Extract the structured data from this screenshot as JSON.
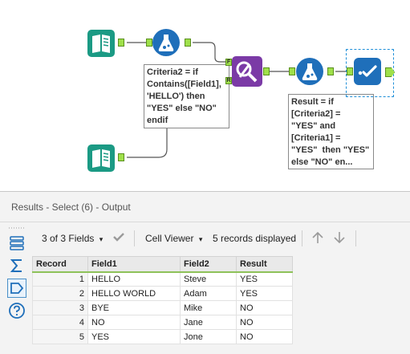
{
  "canvas": {
    "annotations": {
      "formula1": "Criteria2 = if\nContains([Field1],\n'HELLO') then\n\"YES\" else \"NO\"\nendif",
      "formula2": "Result = if\n[Criteria2] =\n\"YES\" and\n[Criteria1] =\n\"YES\"  then \"YES\"\nelse \"NO\" en..."
    },
    "anchors": {
      "f": "F",
      "r": "R"
    }
  },
  "results": {
    "title": "Results - Select (6) - Output",
    "toolbar": {
      "fields": "3 of 3 Fields",
      "viewer": "Cell Viewer",
      "records": "5 records displayed"
    },
    "columns": [
      "Record",
      "Field1",
      "Field2",
      "Result"
    ],
    "rows": [
      [
        "1",
        "HELLO",
        "Steve",
        "YES"
      ],
      [
        "2",
        "HELLO WORLD",
        "Adam",
        "YES"
      ],
      [
        "3",
        "BYE",
        "Mike",
        "NO"
      ],
      [
        "4",
        "NO",
        "Jane",
        "NO"
      ],
      [
        "5",
        "YES",
        "Jone",
        "NO"
      ]
    ]
  },
  "colors": {
    "input_tool": "#1b9a84",
    "formula_tool": "#1f6fba",
    "join_tool": "#7b3aa6",
    "anchor": "#9fe04a",
    "header_underline": "#8ec25a"
  }
}
